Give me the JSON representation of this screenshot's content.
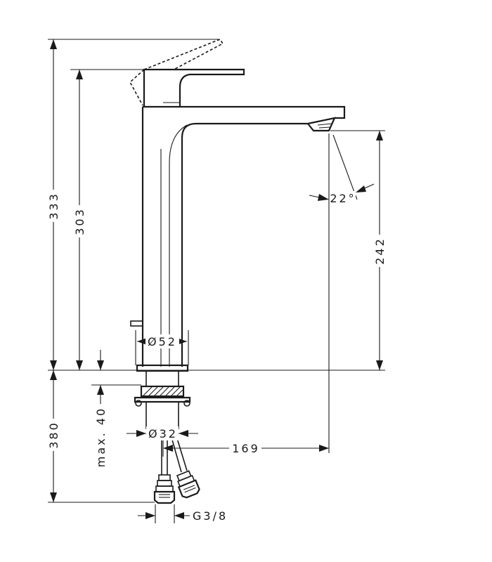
{
  "dimensions": {
    "overall_height": "333",
    "body_height": "303",
    "spout_height": "242",
    "spout_angle": "22°",
    "base_diameter": "Ø52",
    "below_deck_length": "380",
    "max_deck_thickness": "max. 40",
    "shank_diameter": "Ø32",
    "spout_reach": "169",
    "connection_thread": "G3/8"
  }
}
